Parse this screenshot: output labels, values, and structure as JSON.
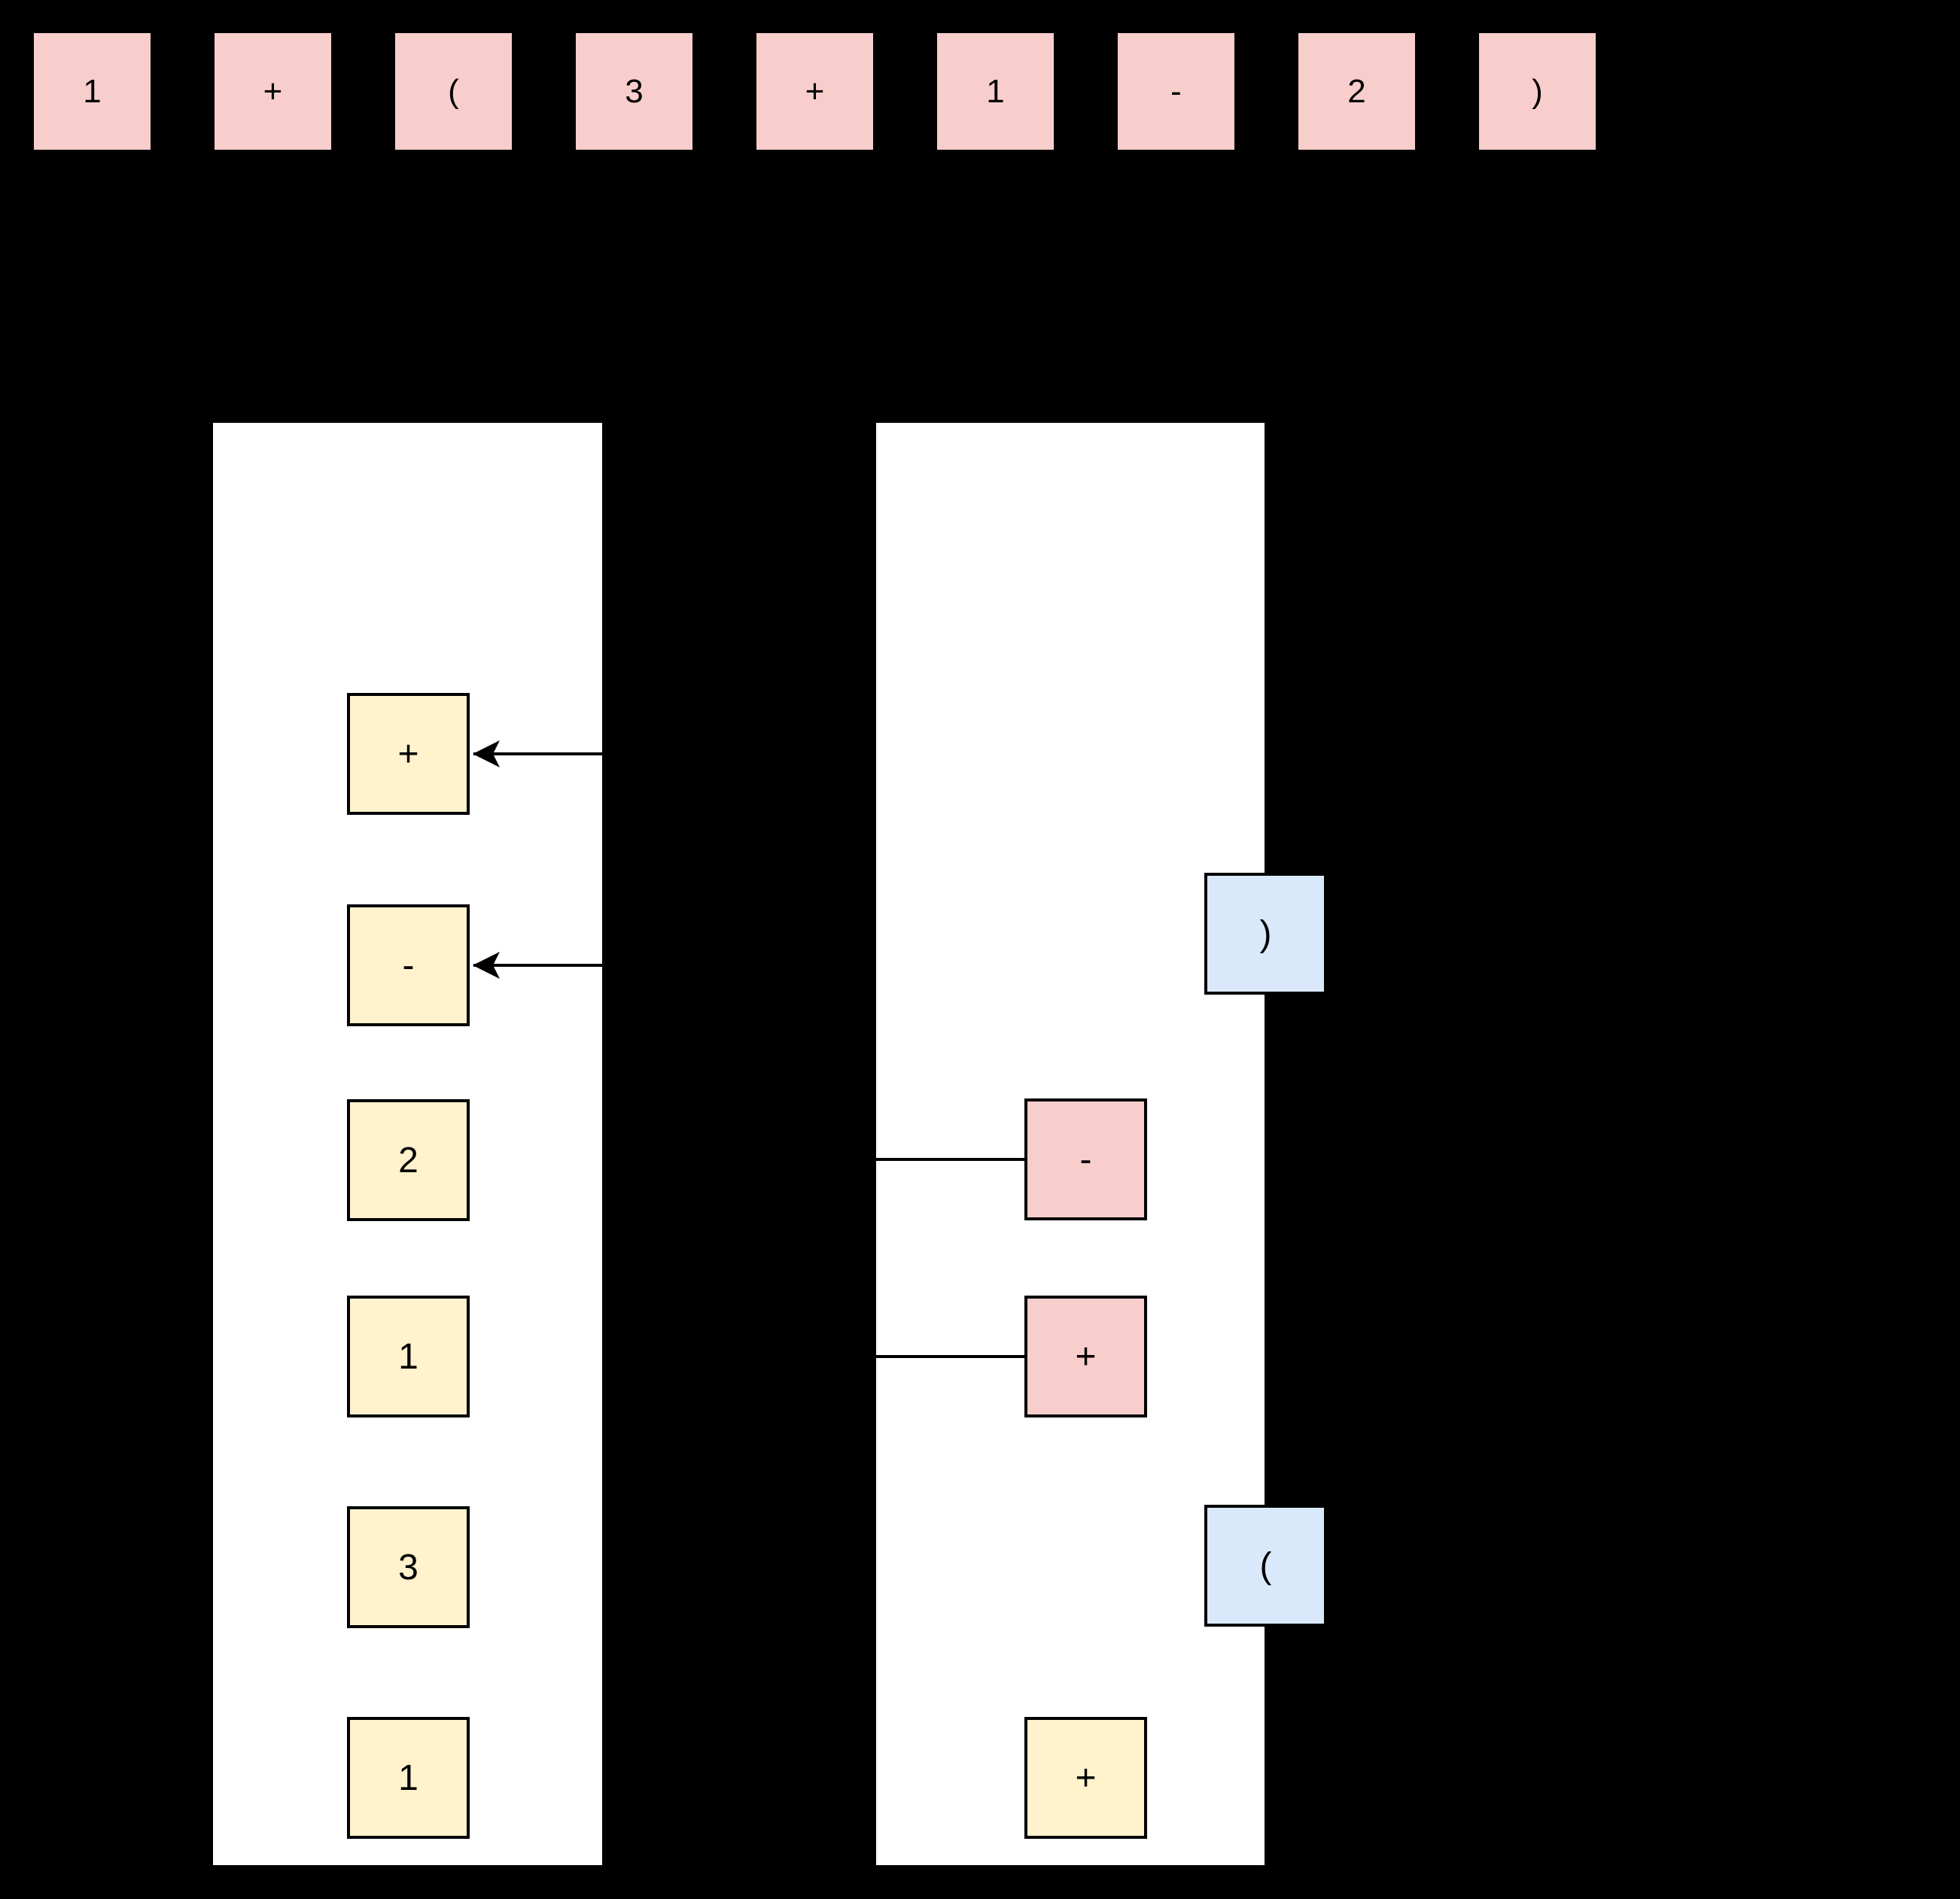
{
  "diagram": {
    "description": "Infix to postfix (shunting-yard) conversion diagram on black background",
    "expression_tokens": {
      "items": [
        {
          "label": "1",
          "style": "pink"
        },
        {
          "label": "+",
          "style": "pink"
        },
        {
          "label": "(",
          "style": "pink"
        },
        {
          "label": "3",
          "style": "pink"
        },
        {
          "label": "+",
          "style": "pink"
        },
        {
          "label": "1",
          "style": "pink"
        },
        {
          "label": "-",
          "style": "pink"
        },
        {
          "label": "2",
          "style": "pink"
        },
        {
          "label": ")",
          "style": "pink"
        }
      ]
    },
    "output_stack": {
      "items_top_to_bottom": [
        {
          "label": "+",
          "style": "yellow"
        },
        {
          "label": "-",
          "style": "yellow"
        },
        {
          "label": "2",
          "style": "yellow"
        },
        {
          "label": "1",
          "style": "yellow"
        },
        {
          "label": "3",
          "style": "yellow"
        },
        {
          "label": "1",
          "style": "yellow"
        }
      ]
    },
    "operator_stack": {
      "items_top_to_bottom": [
        {
          "label": ")",
          "style": "blue",
          "offset_right": true
        },
        {
          "label": "-",
          "style": "pink",
          "offset_right": false
        },
        {
          "label": "+",
          "style": "pink",
          "offset_right": false
        },
        {
          "label": "(",
          "style": "blue",
          "offset_right": true
        },
        {
          "label": "+",
          "style": "yellow",
          "offset_right": false
        }
      ]
    },
    "edges": [
      {
        "from": "operator-stack-item-minus",
        "to": "output-stack-item-minus",
        "arrowhead": "target"
      },
      {
        "from": "operator-stack-item-plus",
        "to": "output-stack-item-plus",
        "arrowhead": "target"
      },
      {
        "from": "operator-stack-item-open-paren",
        "to": "right-of-column",
        "arrowhead": "none"
      }
    ],
    "colors": {
      "background": "#000000",
      "column_fill": "#ffffff",
      "pink_fill": "#f8cecc",
      "pink_stroke": "#b85450",
      "yellow_fill": "#fff2cc",
      "yellow_stroke": "#d6b656",
      "blue_fill": "#dae8fc",
      "blue_stroke": "#6c8ebf",
      "edge_stroke": "#000000",
      "label_color": "#000000"
    }
  }
}
